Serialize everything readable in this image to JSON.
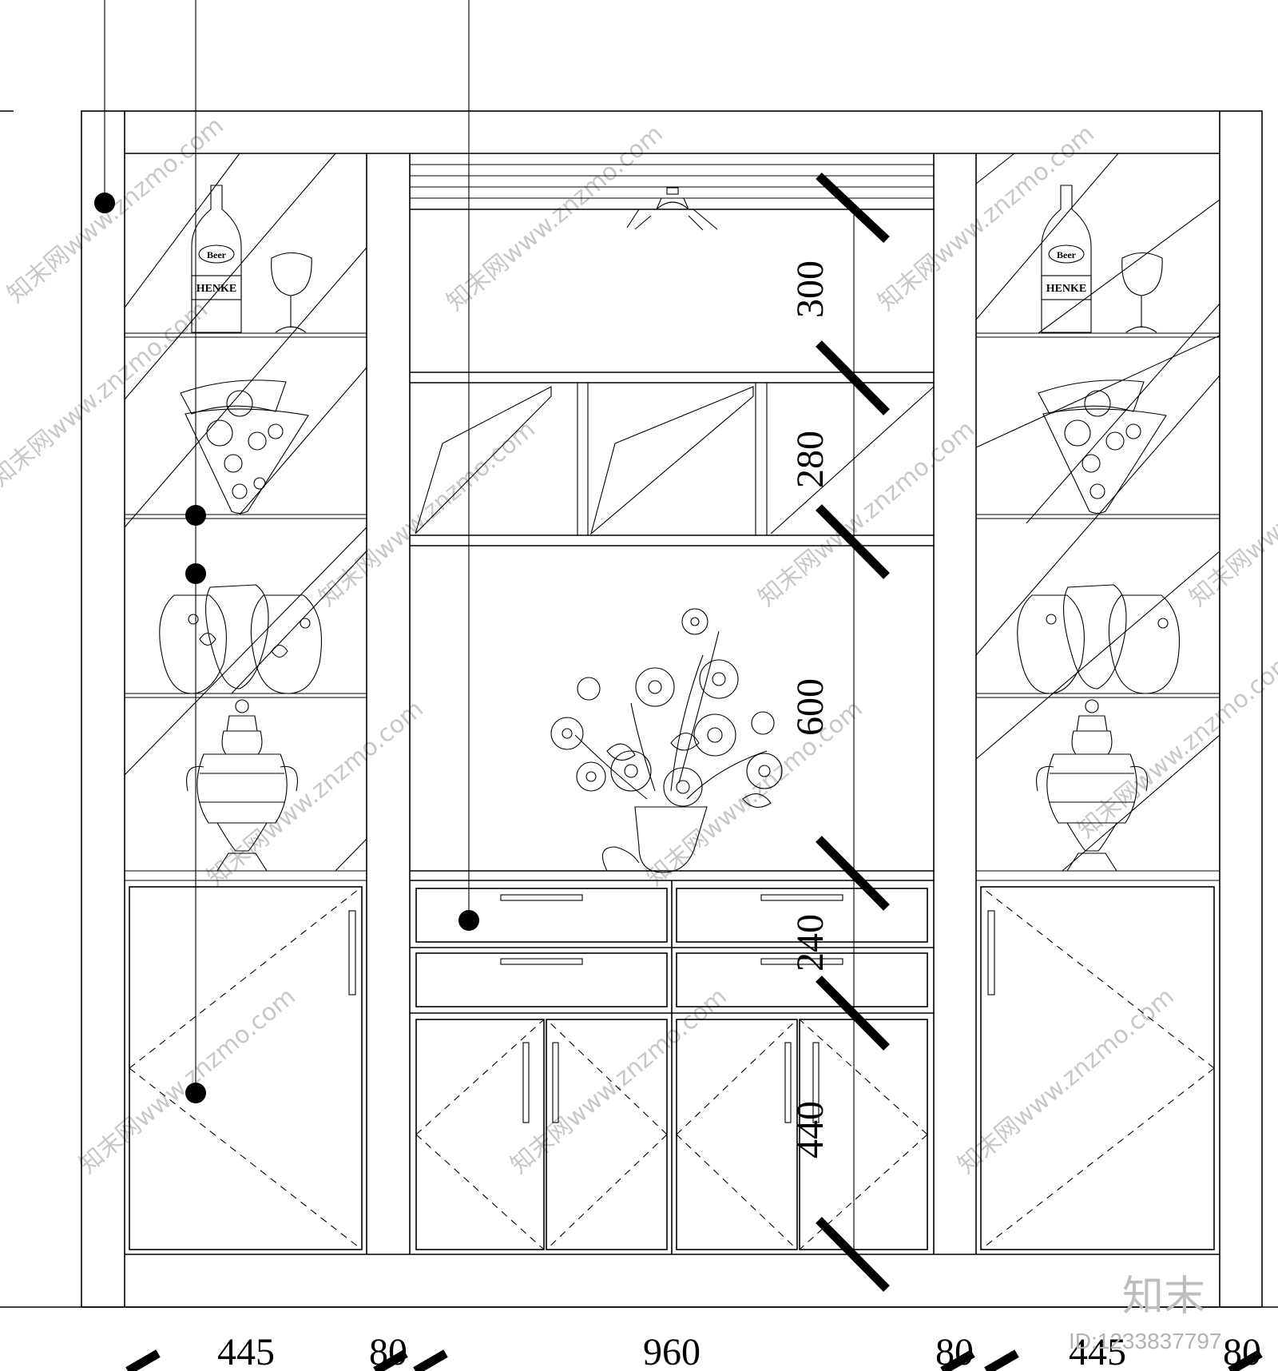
{
  "dimensions_horizontal": [
    "445",
    "80",
    "960",
    "80",
    "445",
    "80"
  ],
  "dimensions_vertical": [
    "300",
    "280",
    "600",
    "240",
    "440"
  ],
  "bottle_labels": {
    "top": "Beer",
    "main": "HENKE"
  },
  "watermark": {
    "text": "知末网www.znzmo.com",
    "logo": "知末",
    "id": "ID:1233837797"
  }
}
